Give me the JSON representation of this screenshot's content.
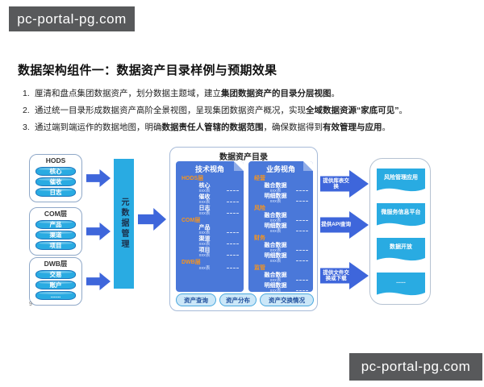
{
  "watermark": {
    "text": "pc-portal-pg.com"
  },
  "slide": {
    "title": "数据架构组件一：数据资产目录样例与预期效果",
    "page_number": "9",
    "bullets": [
      {
        "num": "1.",
        "segs": [
          {
            "t": "厘清和盘点集团数据资产，划分数据主题域，建立"
          },
          {
            "t": "集团数据资产的目录分层视图",
            "b": true
          },
          {
            "t": "。"
          }
        ]
      },
      {
        "num": "2.",
        "segs": [
          {
            "t": "通过统一目录形成数据资产高阶全景视图，呈现集团数据资产概况，实现"
          },
          {
            "t": "全域数据资源“家底可见”",
            "b": true
          },
          {
            "t": "。"
          }
        ]
      },
      {
        "num": "3.",
        "segs": [
          {
            "t": "通过端到端运作的数据地图，明确"
          },
          {
            "t": "数据责任人管辖的数据范围",
            "b": true
          },
          {
            "t": "，确保数据得到"
          },
          {
            "t": "有效管理与应用",
            "b": true
          },
          {
            "t": "。"
          }
        ]
      }
    ]
  },
  "diagram": {
    "source_layers": [
      {
        "title": "HODS",
        "items": [
          "核心",
          "催收",
          "日志"
        ]
      },
      {
        "title": "COM层",
        "items": [
          "产品",
          "渠道",
          "项目"
        ]
      },
      {
        "title": "DWB层",
        "items": [
          "交易",
          "账户",
          "......"
        ]
      }
    ],
    "metadata_bar": "元数据管理",
    "catalog": {
      "title": "数据资产目录",
      "tech_view": {
        "title": "技术视角",
        "groups": [
          {
            "name": "HODS层",
            "items": [
              {
                "label": "核心",
                "sub": "xxx表"
              },
              {
                "label": "催收",
                "sub": "xxx表"
              },
              {
                "label": "日志",
                "sub": "xxx表"
              }
            ]
          },
          {
            "name": "COM层",
            "items": [
              {
                "label": "产品",
                "sub": "xxx表"
              },
              {
                "label": "渠道",
                "sub": "xxx表"
              },
              {
                "label": "项目",
                "sub": "xxx表"
              }
            ]
          },
          {
            "name": "DWB层",
            "items": [
              {
                "label": "",
                "sub": "xxx表"
              }
            ]
          }
        ]
      },
      "business_view": {
        "title": "业务视角",
        "groups": [
          {
            "name": "经营",
            "items": [
              {
                "label": "融合数据",
                "sub": "xxx表"
              },
              {
                "label": "明细数据",
                "sub": "xxx表"
              }
            ]
          },
          {
            "name": "风险",
            "items": [
              {
                "label": "融合数据",
                "sub": "xxx表"
              },
              {
                "label": "明细数据",
                "sub": "xxx表"
              }
            ]
          },
          {
            "name": "财务",
            "items": [
              {
                "label": "融合数据",
                "sub": "xxx表"
              },
              {
                "label": "明细数据",
                "sub": "xxx表"
              }
            ]
          },
          {
            "name": "监管",
            "items": [
              {
                "label": "融合数据",
                "sub": "xxx表"
              },
              {
                "label": "明细数据",
                "sub": "xxx表"
              }
            ]
          }
        ]
      },
      "buttons": [
        "资产查询",
        "资产分布",
        "资产交换情况"
      ]
    },
    "output_arrows": [
      "提供库表交换",
      "提供API查询",
      "提供文件交换或下载"
    ],
    "consumers": [
      "风险管理应用",
      "微服务信息平台",
      "数据开放",
      "......"
    ]
  }
}
